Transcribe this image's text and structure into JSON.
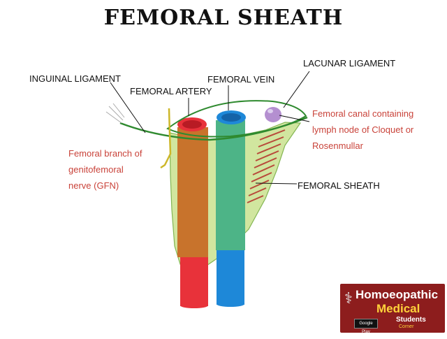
{
  "title": "FEMORAL SHEATH",
  "labels": {
    "inguinal_ligament": "INGUINAL LIGAMENT",
    "femoral_artery": "FEMORAL ARTERY",
    "femoral_vein": "FEMORAL VEIN",
    "lacunar_ligament": "LACUNAR LIGAMENT",
    "femoral_sheath": "FEMORAL SHEATH",
    "femoral_canal_lines": [
      "Femoral canal containing",
      "lymph node of Cloquet or",
      "Rosenmullar"
    ],
    "gfn_lines": [
      "Femoral branch of",
      "genitofemoral",
      "nerve (GFN)"
    ]
  },
  "badge": {
    "line1": "Homoeopathic",
    "line2": "Medical",
    "line3": "Students",
    "line4": "Corner",
    "store": "Google Play",
    "icon": "caduceus-icon"
  },
  "colors": {
    "artery": "#e8323a",
    "vein": "#1e88d8",
    "sheath": "#cfe59a",
    "ligament": "#2f8a2f",
    "lymph_node": "#b48fd0",
    "annotation": "#c9433a",
    "badge_bg": "#8d1d1d"
  }
}
